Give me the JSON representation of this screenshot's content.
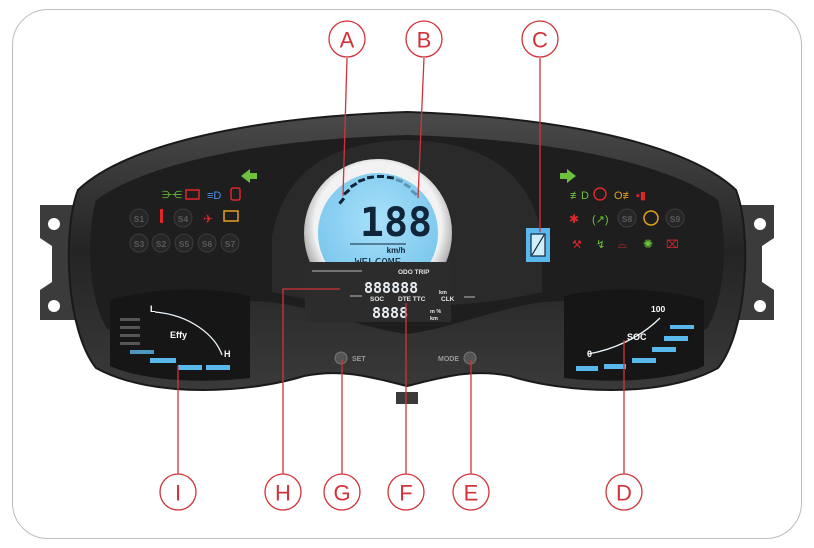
{
  "callouts": {
    "A": "A",
    "B": "B",
    "C": "C",
    "D": "D",
    "E": "E",
    "F": "F",
    "G": "G",
    "H": "H",
    "I": "I"
  },
  "lcd": {
    "speed": "188",
    "speed_unit": "km/h",
    "message": "WELCOME",
    "odo_trip": "ODO TRIP",
    "odometer": "888888",
    "odometer_unit": "km",
    "soc": "SOC",
    "dte_ttc": "DTE TTC",
    "clk": "CLK",
    "bottom_value": "8888",
    "bottom_unit_top": "m %",
    "bottom_unit_bottom": "km"
  },
  "buttons": {
    "set": "SET",
    "mode": "MODE"
  },
  "effy_gauge": {
    "low": "L",
    "title": "Effy",
    "high": "H"
  },
  "soc_gauge": {
    "max": "100",
    "title": "SOC",
    "min": "0"
  },
  "status_lamps_left": [
    "S1",
    "S4",
    "S3",
    "S2",
    "S5",
    "S6",
    "S7"
  ],
  "status_lamps_right": [
    "S8",
    "S9"
  ],
  "colors": {
    "callout": "#d0343a",
    "lcd": "#8fd4f5",
    "bezel": "#2c2c2c",
    "gauge_bar": "#59b9ec",
    "green_indicator": "#6dc23c",
    "red_indicator": "#e0262b"
  }
}
